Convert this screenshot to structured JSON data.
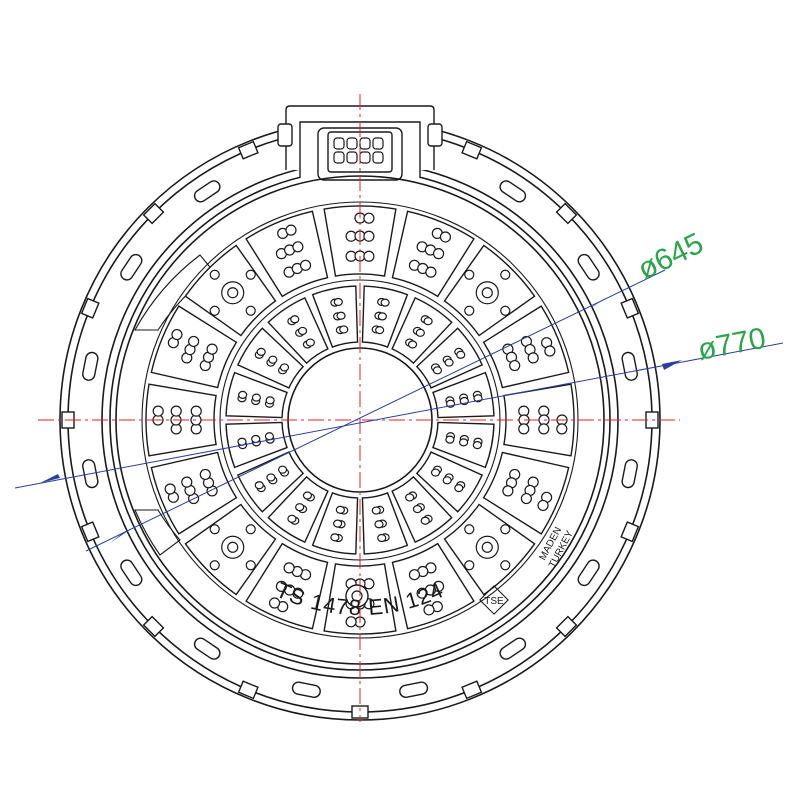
{
  "dimensions": {
    "inner_diameter_label": "ø645",
    "outer_diameter_label": "ø770"
  },
  "markings": {
    "standard_text": "TS 1478 EN 124",
    "manufacturer": "MADEN",
    "country": "TURKEY",
    "certification_mark": "TSE"
  },
  "colors": {
    "line": "#1a1a1a",
    "centerline": "#e0202a",
    "dimension_line": "#2a3f9e",
    "dimension_text": "#2aa54a"
  }
}
